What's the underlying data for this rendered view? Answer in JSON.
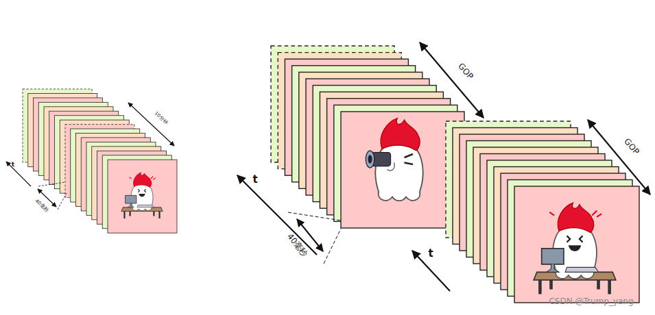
{
  "diagram": {
    "labels": [
      "10分钟",
      "t",
      "40毫秒",
      "GOP",
      "GOP",
      "t",
      "40毫秒",
      "t",
      "CSDN @Trump_yang"
    ]
  }
}
